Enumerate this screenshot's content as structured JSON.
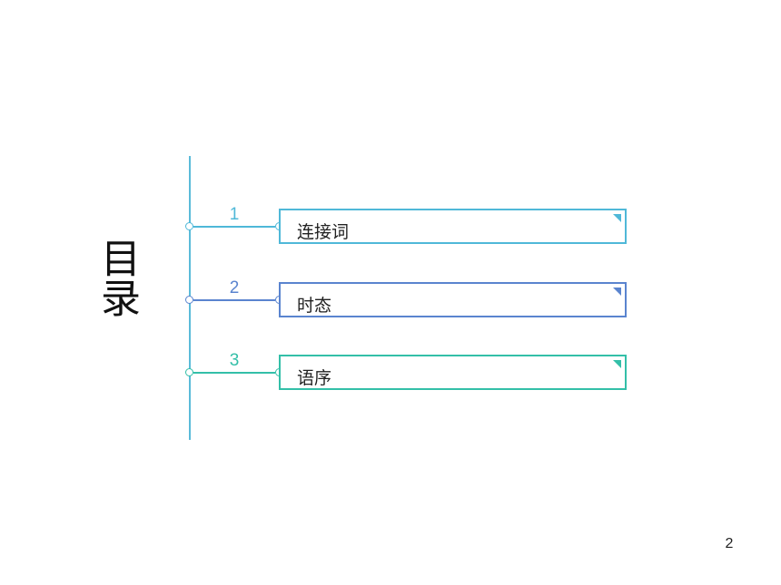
{
  "title": "目录",
  "page_number": "2",
  "items": [
    {
      "number": "1",
      "label": "连接词",
      "color": "#4fb8d8"
    },
    {
      "number": "2",
      "label": "时态",
      "color": "#5a84cf"
    },
    {
      "number": "3",
      "label": "语序",
      "color": "#33bfa8"
    }
  ]
}
